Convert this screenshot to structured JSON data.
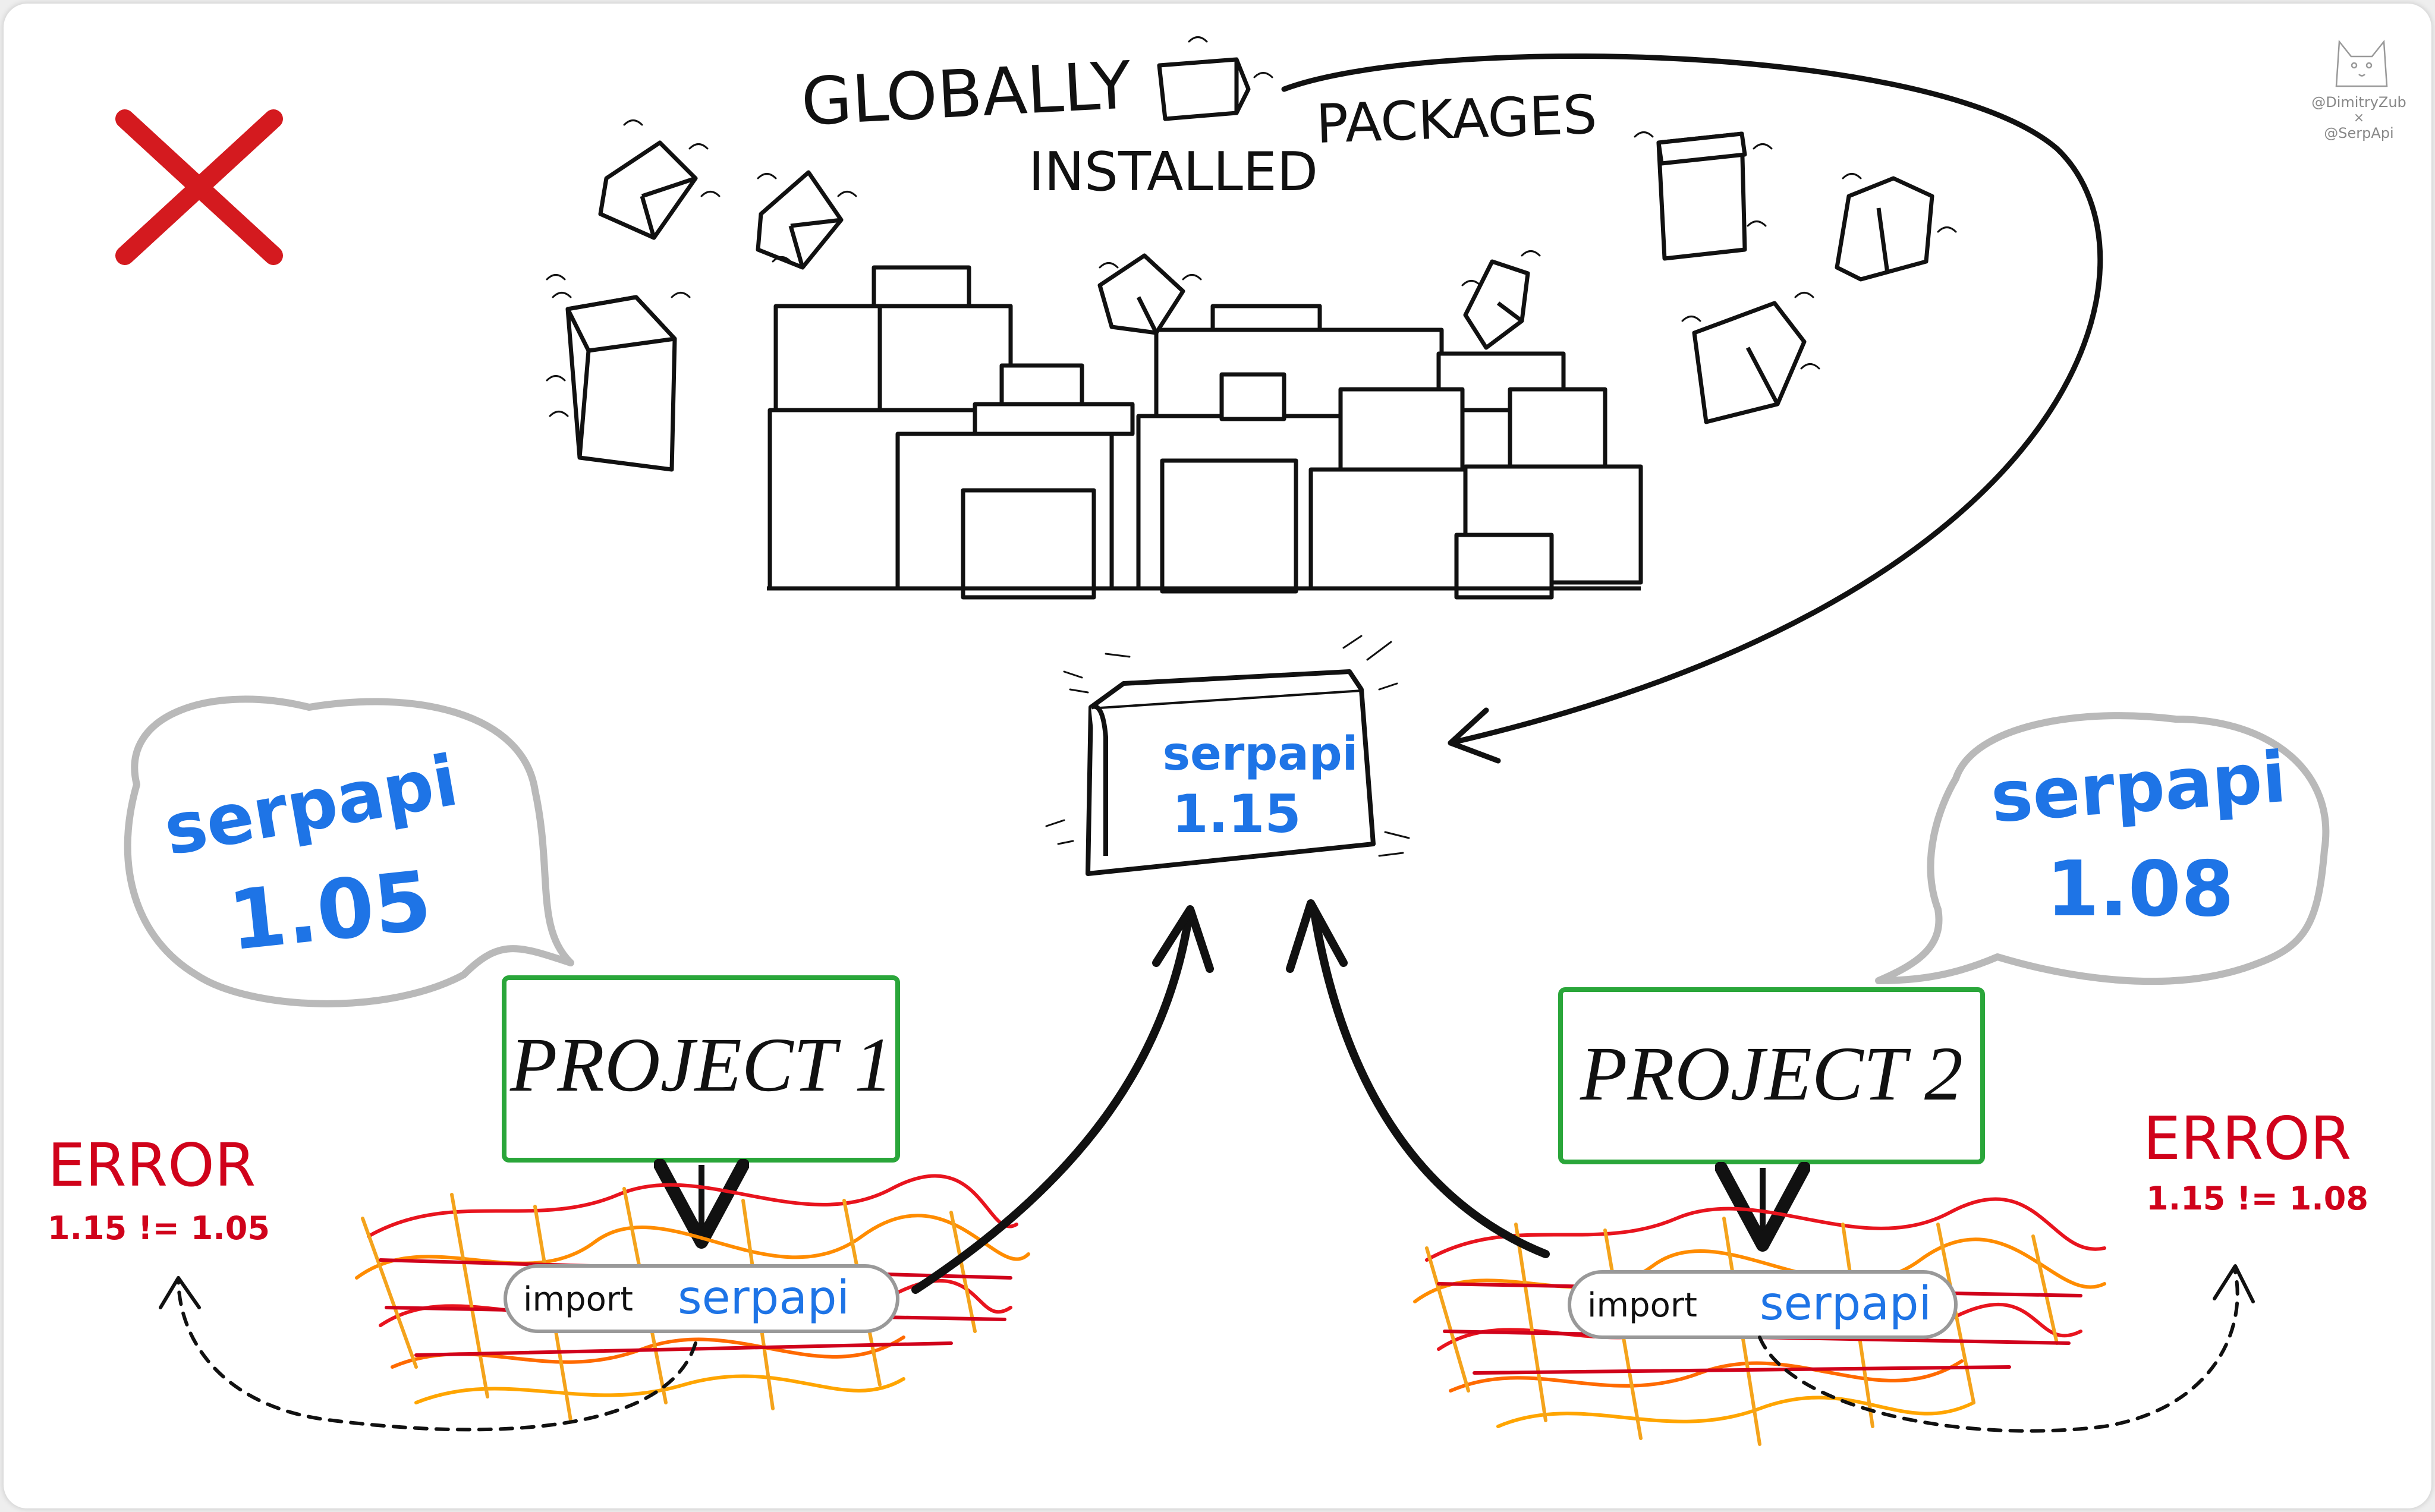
{
  "heading": {
    "line1": "GLOBALLY",
    "line2": "INSTALLED",
    "line3": "PACKAGES"
  },
  "central_package": {
    "name": "serpapi",
    "version": "1.15"
  },
  "bubble_left": {
    "name": "serpapi",
    "version": "1.05"
  },
  "bubble_right": {
    "name": "serpapi",
    "version": "1.08"
  },
  "project1": {
    "label": "PROJECT 1",
    "import_keyword": "import",
    "import_module": "serpapi",
    "error_title": "ERROR",
    "error_detail": "1.15 != 1.05"
  },
  "project2": {
    "label": "PROJECT 2",
    "import_keyword": "import",
    "import_module": "serpapi",
    "error_title": "ERROR",
    "error_detail": "1.15 != 1.08"
  },
  "credits": {
    "line1": "@DimitryZub",
    "line2": "×",
    "line3": "@SerpApi"
  },
  "colors": {
    "error_red": "#d0021b",
    "cross_red": "#d41a1f",
    "package_blue": "#1e74e6",
    "project_green": "#2aa63a",
    "bubble_grey": "#b9b9b9",
    "ink": "#111111"
  }
}
